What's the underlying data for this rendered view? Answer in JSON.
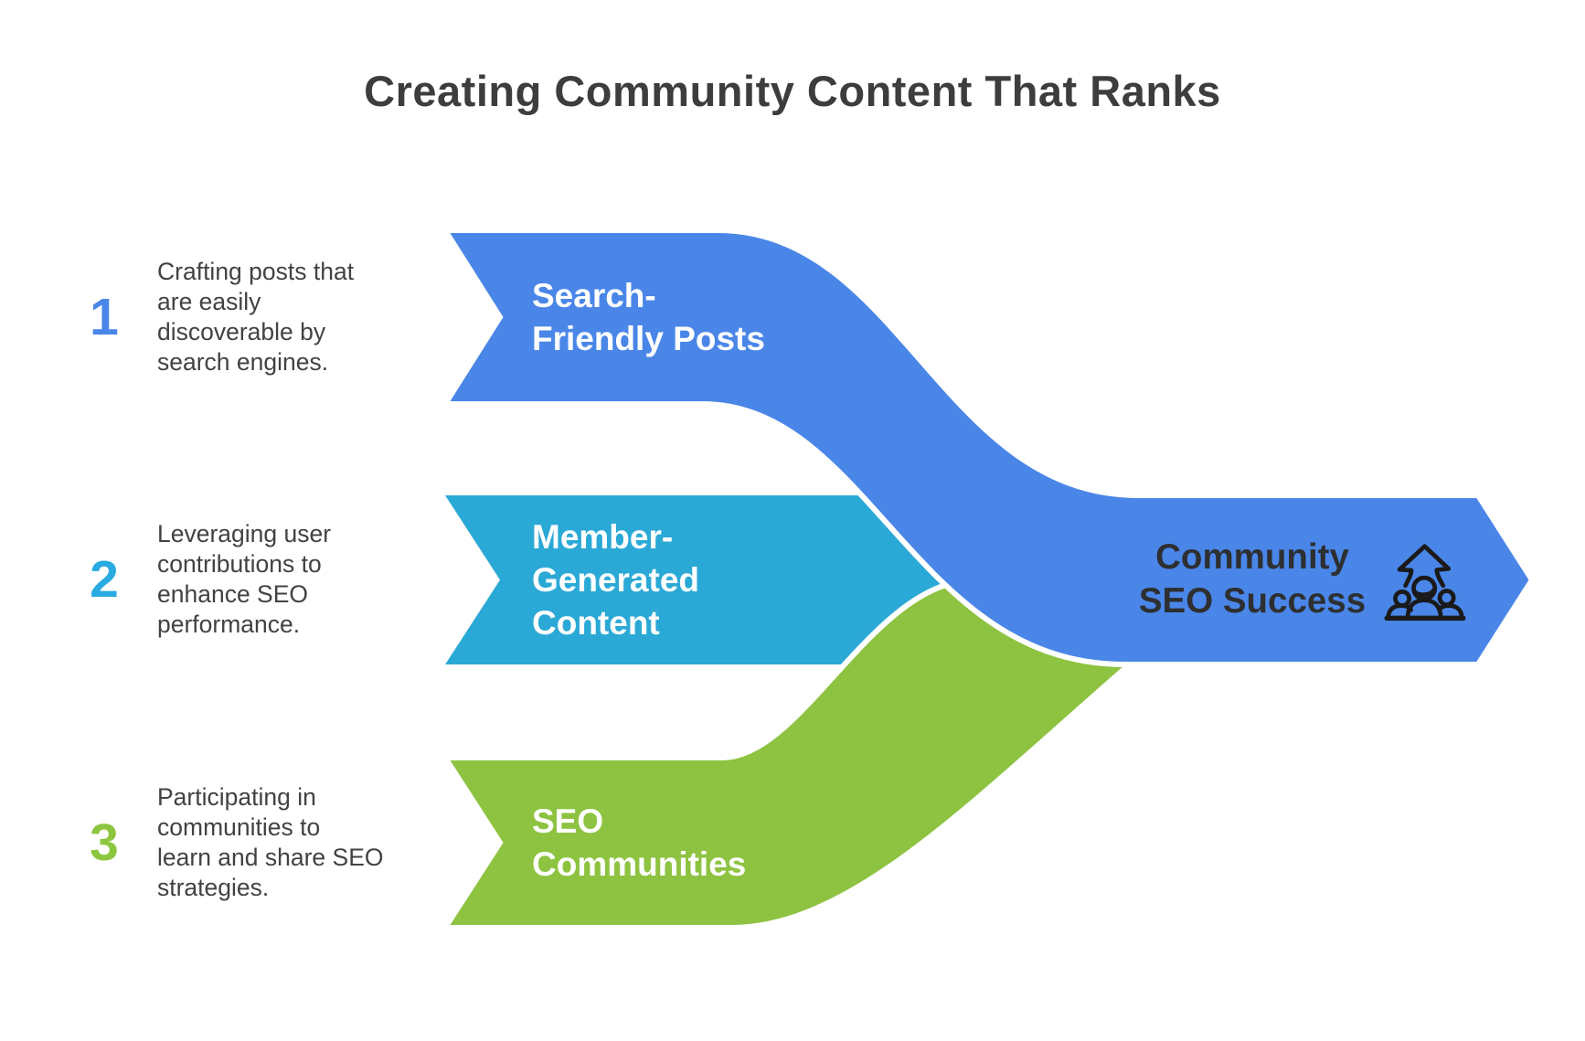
{
  "title": "Creating Community Content That Ranks",
  "colors": {
    "blue_band": "#4a86e8",
    "cyan_band": "#2ba9d6",
    "green_band": "#8dc341",
    "number_blue": "#4a86e8",
    "number_cyan": "#29abe2",
    "number_green": "#8cc63f",
    "band_label_text": "#ffffff",
    "result_label_text": "#2d2f31",
    "gap_white": "#ffffff",
    "icon_line": "#1a1a1a"
  },
  "steps": [
    {
      "number": "1",
      "description_lines": [
        "Crafting posts that",
        "are easily",
        "discoverable by",
        "search engines."
      ],
      "band_label_lines": [
        "Search-",
        "Friendly Posts"
      ]
    },
    {
      "number": "2",
      "description_lines": [
        "Leveraging user",
        "contributions to",
        "enhance SEO",
        "performance."
      ],
      "band_label_lines": [
        "Member-",
        "Generated",
        "Content"
      ]
    },
    {
      "number": "3",
      "description_lines": [
        "Participating in",
        "communities to",
        "learn and share SEO",
        "strategies."
      ],
      "band_label_lines": [
        "SEO",
        "Communities"
      ]
    }
  ],
  "result": {
    "label_lines": [
      "Community",
      "SEO Success"
    ],
    "icon": "community-growth-icon"
  }
}
